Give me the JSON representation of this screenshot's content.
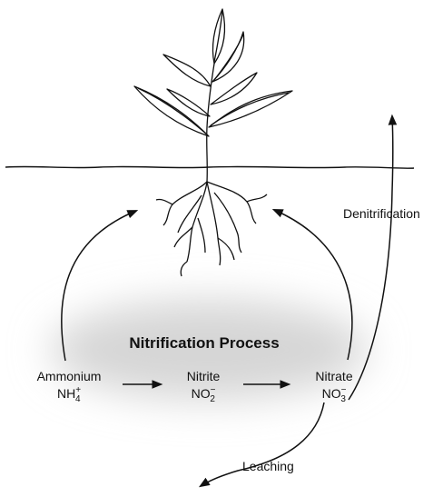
{
  "title": "Nitrification Process",
  "nodes": {
    "ammonium": {
      "name": "Ammonium",
      "formula_base": "NH",
      "formula_sub": "4",
      "formula_sup": "+"
    },
    "nitrite": {
      "name": "Nitrite",
      "formula_base": "NO",
      "formula_sub": "2",
      "formula_sup": "−"
    },
    "nitrate": {
      "name": "Nitrate",
      "formula_base": "NO",
      "formula_sub": "3",
      "formula_sup": "−"
    }
  },
  "edges": {
    "denitrification": "Denitrification",
    "leaching": "Leaching"
  },
  "colors": {
    "ink": "#111111",
    "background": "#ffffff",
    "haze": "#d0d0d0"
  }
}
